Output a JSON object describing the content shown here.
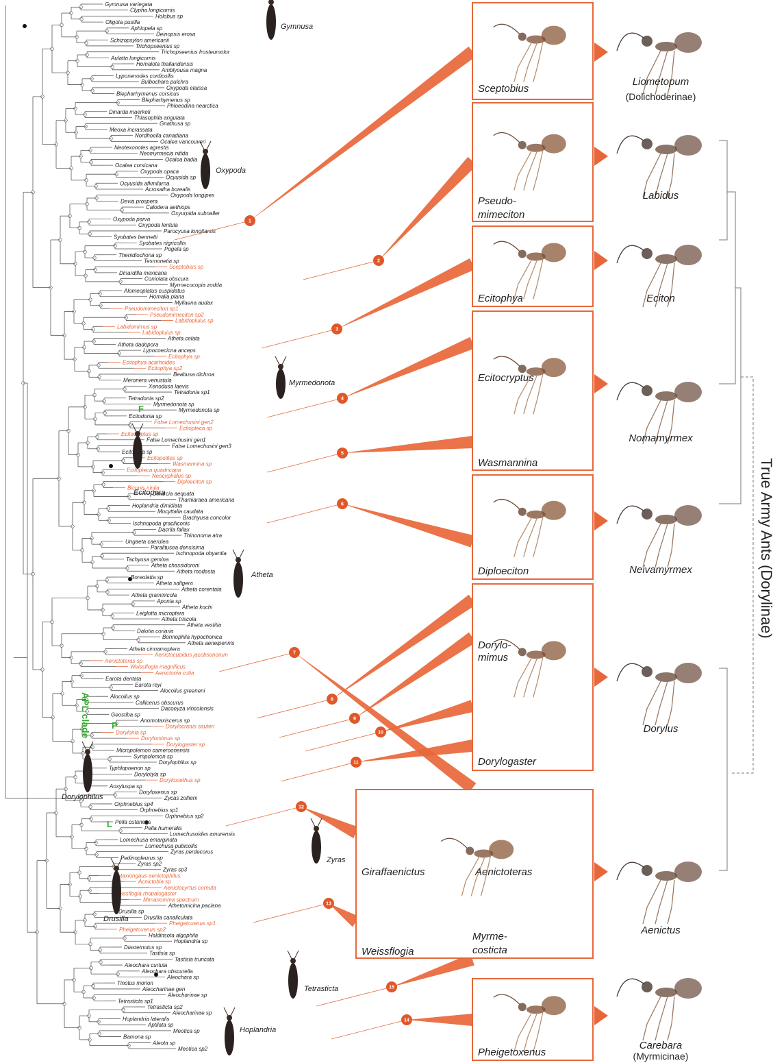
{
  "beetle_genera": [
    "Gymnusa",
    "Oxypoda",
    "Myrmedonota",
    "Ecitopora",
    "Atheta",
    "Dorylophilus",
    "Zyras",
    "Drusilla",
    "Tetrasticta",
    "Hoplandria"
  ],
  "clade_labels": [
    "F",
    "P",
    "L",
    "APL clade"
  ],
  "mimic_panels": [
    "Sceptobius",
    "Pseudo-",
    "mimeciton",
    "Ecitophya",
    "Ecitocryptus",
    "Wasmannina",
    "Diploeciton",
    "Dorylo-",
    "mimus",
    "Dorylogaster",
    "Giraffaenictus",
    "Aenictoteras",
    "Weissflogia",
    "Myrme-",
    "costicta",
    "Pheigetoxenus"
  ],
  "host_ants": [
    "Liometopum",
    "(Dolichoderinae)",
    "Labidus",
    "Eciton",
    "Nomamyrmex",
    "Neivamyrmex",
    "Dorylus",
    "Aenictus",
    "Carebara",
    "(Myrmicinae)"
  ],
  "host_group_title": "True Army Ants (Dorylinae)",
  "origin_numbers": [
    "1",
    "2",
    "3",
    "4",
    "5",
    "6",
    "7",
    "8",
    "9",
    "10",
    "11",
    "12",
    "13",
    "14",
    "15"
  ],
  "tips_top": [
    "Gymnusa variegata",
    "Clypha longicornis",
    "Holobus sp",
    "Oligota pusilla",
    "Aphiopela sp",
    "Deinopsis erosa",
    "Schizopsylon americanii",
    "Trichopseenius sp",
    "Trichopseenius frosteumolor",
    "Aulatta longicornis",
    "Homalota thallandensis",
    "Amblyousa magna",
    "Lypoxenodes cordicollis",
    "Bulbochara pulchra",
    "Oxypoda elaissa",
    "Blepharhymenus corsicus",
    "Blepharhymenus sp",
    "Phloeodina nearctica",
    "Dinarda maerkeli",
    "Thiasophila angulata",
    "Gnathusa sp",
    "Meoxa incrassata",
    "Nordhoella canadiana",
    "Ocalea vancouveri",
    "Neotexonotes agrestis",
    "Neomyrmecia nitida",
    "Ocalea badia",
    "Ocalea corsicana",
    "Oxypoda opaca",
    "Ocyusida sp",
    "Ocyusida afkmilarna",
    "Acrosatha borealis",
    "Oxypoda longipes",
    "Devia prospera",
    "Calodera aethiops",
    "Oxyurpida subnaller",
    "Oxypoda parva",
    "Oxypoda lentula",
    "Parocyusa longitarsis",
    "Syobates bennetti",
    "Syobates nigricollis",
    "Pogela sp",
    "Thenidiochona sp",
    "Tesmonetia sp"
  ],
  "tips_mid": [
    "Sceptobius sp",
    "Dinardilla mexicana",
    "Coniolata obscura",
    "Myrmecocopia zodda",
    "Alomeoplatus cuspidatus",
    "Homalia plana",
    "Myllaena audax",
    "Pseudomimeciton sp1",
    "Pseudomimeciton sp2",
    "Labidopluius sp",
    "Labidomimus sp",
    "Labidopluius sp",
    "Atheta celata",
    "Atheta dadopora",
    "Lypocoecicna anceps",
    "Ecitophya sp",
    "Ecitophya acarhoides",
    "Ecitophya sp2",
    "Beabusa dichroa",
    "Meronera venustula",
    "Xenodusa laevis",
    "Tetradonia sp1",
    "Tetradonia sp2",
    "Myrmedonota sp",
    "Myrmedonota sp",
    "Ecitodonia sp",
    "False Lomechusini gen2",
    "Ecitopteca sp",
    "Ecitocryptus sp",
    "False Lomechusini gen1",
    "False Lomechusini gen3",
    "Ecitopora sp",
    "Ecitopolites sp",
    "Wasmannina sp",
    "Ecitopteca quadricapa",
    "Neocyphalus sp",
    "Diploeciton sp",
    "Biconis ninjia",
    "Dinarcia aequata",
    "Thamiaraea americana",
    "Hoplandria dimidiata",
    "Mocyttalia caudata",
    "Brachyusa concolor",
    "Ischnopoda graciliconis",
    "Dacrila fallax",
    "Thinonoma atra",
    "Ungaeta caerulea",
    "Paralitusea densisima",
    "Ischnopoda obyantia",
    "Tachyusa gemina",
    "Atheta chassidoroni",
    "Atheta modesta",
    "Boreolatta sp",
    "Atheta saltgera",
    "Atheta corentata",
    "Atheta graminicola",
    "Aponia sp",
    "Atheta kochi",
    "Leiglotta microptera",
    "Atheta triscola",
    "Atheta vestitia",
    "Dalotia coriaria",
    "Bonnophila hypochonica",
    "Atheta aeneipennis",
    "Atheta cinnamoptera"
  ],
  "tips_low": [
    "Aenictocupidus jacobsonorum",
    "Aenictoteras sp",
    "Weissflogia magnificus",
    "Aenictonia cotia",
    "Earota dentata",
    "Earota reyi",
    "Alocoilus greeneni",
    "Alocoilus sp",
    "Callicerus obscurus",
    "Dacoeyza vincolensis",
    "Geostiba sp",
    "Anomotaxiscerus sp",
    "Dorylocratus sauteri",
    "Dorylonia sp",
    "Dorylomimus sp",
    "Dorylogaster sp",
    "Micropolemon cameroonensis",
    "Sympolemon sp",
    "Dorylophilus sp",
    "Typhlopoenon sp",
    "Dorylotyla sp",
    "Dorylostethus sp",
    "Aoxyluspa sp",
    "Doryloxenus sp",
    "Zycas zollieni",
    "Orphnebius sp4",
    "Orphnebius sp1",
    "Orphnebius sp2",
    "Pella cutaneus",
    "Pella humeralis",
    "Lomechusoides amurensis",
    "Lomechusa emarginata",
    "Lomechusa pubicollis",
    "Zyras perdecorus",
    "Pedinopleurus sp",
    "Zyras sp2",
    "Zyras sp3",
    "Mataxiongaus aenictophilus",
    "Acnictobia sp",
    "Aenictocyrtus cornuta",
    "Weissflogia rhopalogaster",
    "Mimanomma spectrum",
    "Athetomicina paciana",
    "Drusilla sp",
    "Drusilla canaliculata",
    "Pheigetoxenus sp1",
    "Pheigetoxenus sp2",
    "Haldinsota algophila",
    "Hoplandria sp",
    "Diastetnotus sp",
    "Tastisia sp",
    "Tastisia truncata",
    "Aleochara curtula",
    "Aleochara obscurella",
    "Aleochara sp",
    "Tinotus morion",
    "Aleocharinae gen",
    "Aleocharinae sp",
    "Tetrasticta sp1",
    "Tetrasticta sp2",
    "Aleocharinae sp",
    "Hoplandria lateralis",
    "Aptilata sp",
    "Meotica sp",
    "Bamona sp",
    "Aleota sp",
    "Meotica sp2"
  ],
  "colors": {
    "orange": "#e8673a",
    "green": "#3aaa35",
    "tree": "#555555",
    "panel_border": "#e8673a"
  }
}
